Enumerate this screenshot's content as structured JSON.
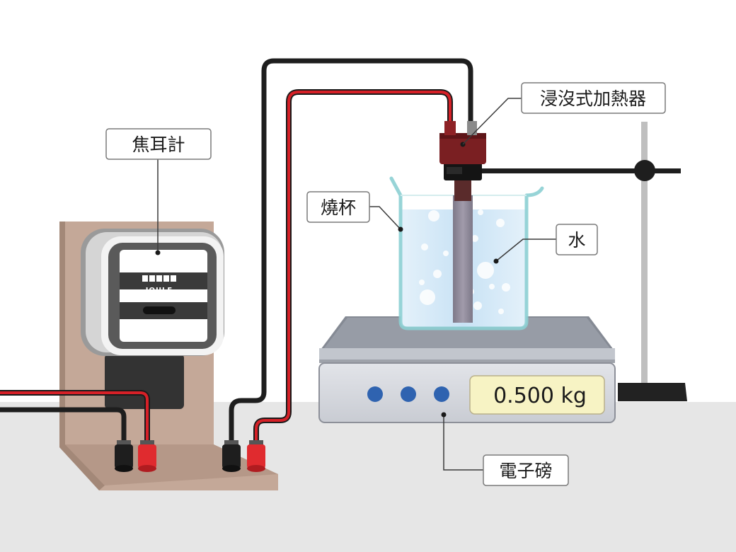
{
  "labels": {
    "joulemeter": "焦耳計",
    "heater": "浸沒式加熱器",
    "beaker": "燒杯",
    "water": "水",
    "balance": "電子磅"
  },
  "meter": {
    "brand": "JOULE"
  },
  "balance": {
    "readout": "0.500 kg"
  },
  "colors": {
    "red_wire": "#d62027",
    "black_wire": "#1e1e1e",
    "meter_stand": "#c4a898",
    "water": "#cfe6f6",
    "display": "#f7f3c4",
    "button": "#2f63b0",
    "floor": "#e6e6e6"
  }
}
